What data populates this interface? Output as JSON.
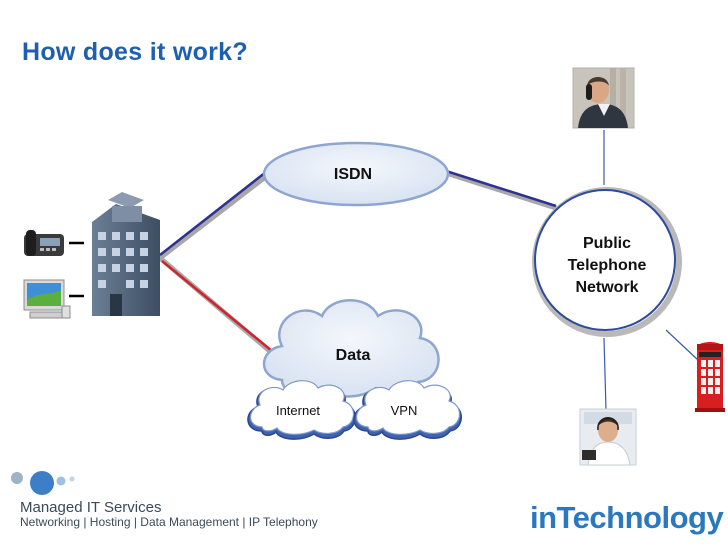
{
  "title": "How does it work?",
  "nodes": {
    "isdn": "ISDN",
    "data": "Data",
    "internet": "Internet",
    "vpn": "VPN",
    "ptn_line1": "Public",
    "ptn_line2": "Telephone",
    "ptn_line3": "Network"
  },
  "footer": {
    "title": "Managed IT Services",
    "subtitle": "Networking | Hosting | Data Management | IP Telephony",
    "brand": "inTechnology"
  },
  "colors": {
    "title": "#1f5fb0",
    "isdn_link": "#2e3192",
    "data_link": "#d2232a",
    "cloud_fill": "#dde6f4",
    "circle_stroke": "#2e4b9b",
    "brand": "#2a78bd"
  }
}
